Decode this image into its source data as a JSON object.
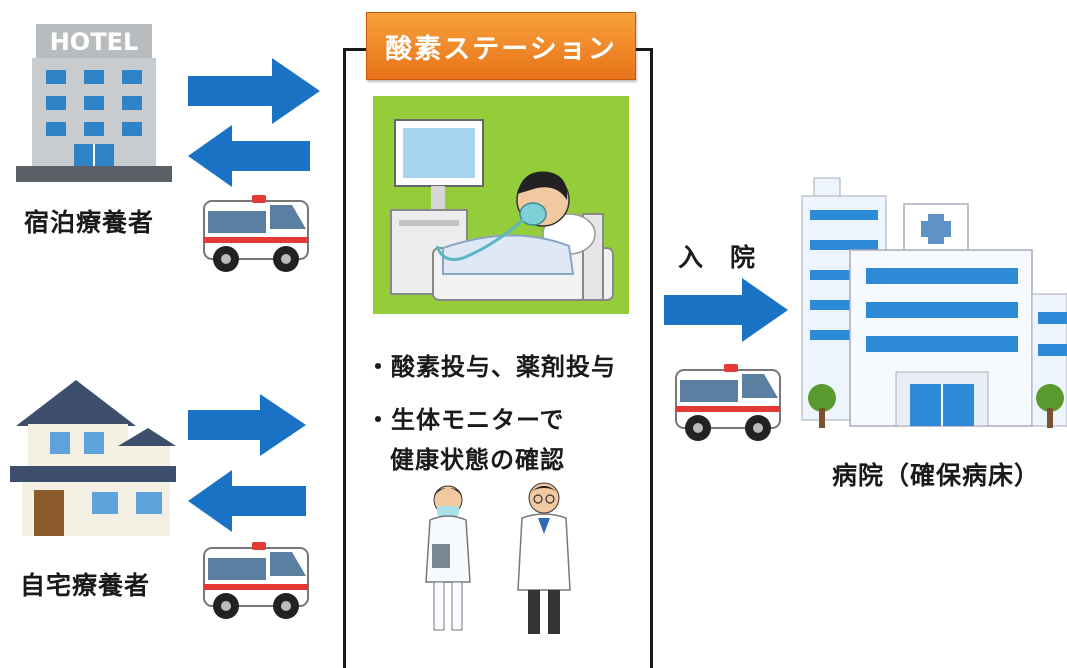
{
  "station": {
    "title": "酸素ステーション",
    "bullet1": "・酸素投与、薬剤投与",
    "bullet2_line1": "・生体モニターで",
    "bullet2_line2": "健康状態の確認"
  },
  "hotel": {
    "sign": "HOTEL",
    "label": "宿泊療養者"
  },
  "home": {
    "label": "自宅療養者"
  },
  "hospital": {
    "label": "病院（確保病床）",
    "admission": "入　院"
  },
  "colors": {
    "arrow": "#1a72c4",
    "orange": "#ee8222",
    "green": "#94cc3a"
  }
}
